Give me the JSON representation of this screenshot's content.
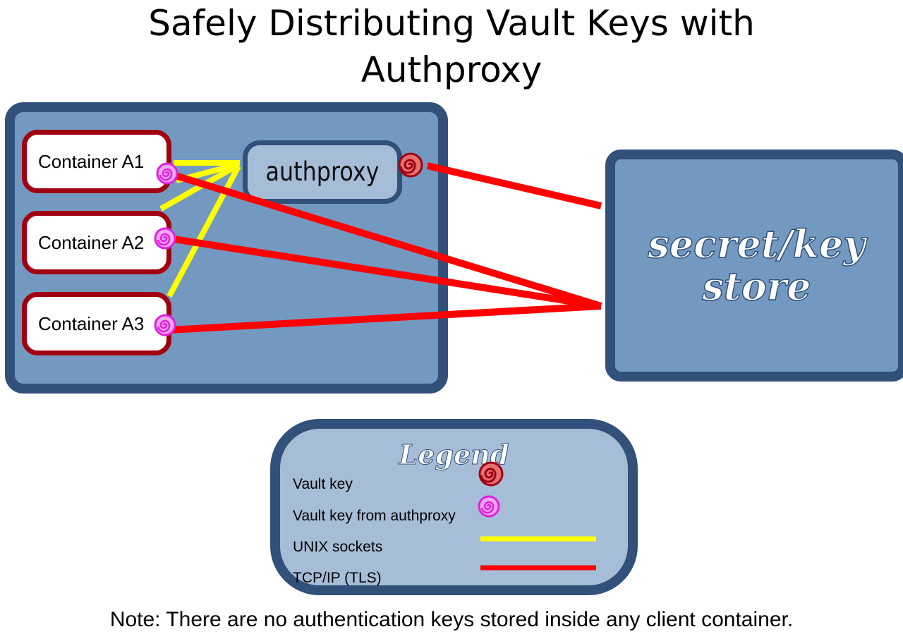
{
  "title": {
    "line1": "Safely Distributing Vault Keys with",
    "line2": "Authproxy"
  },
  "host": {
    "containers": [
      {
        "label": "Container A1"
      },
      {
        "label": "Container A2"
      },
      {
        "label": "Container A3"
      }
    ],
    "authproxy_label": "authproxy"
  },
  "store": {
    "line1": "secret/key",
    "line2": "store"
  },
  "legend": {
    "title": "Legend",
    "items": [
      {
        "label": "Vault key",
        "symbol": "vault-key-icon"
      },
      {
        "label": "Vault key from authproxy",
        "symbol": "authproxy-key-icon"
      },
      {
        "label": "UNIX sockets",
        "symbol": "yellow-line"
      },
      {
        "label": "TCP/IP (TLS)",
        "symbol": "red-line"
      }
    ]
  },
  "colors": {
    "box_fill": "#7399c1",
    "box_border": "#31507a",
    "container_border": "#a00010",
    "unix_socket": "#ffff00",
    "tcp_tls": "#ff0000",
    "vault_key": "#a00010",
    "authproxy_key": "#e020e0"
  },
  "note": "Note: There are no authentication keys stored inside any client container."
}
